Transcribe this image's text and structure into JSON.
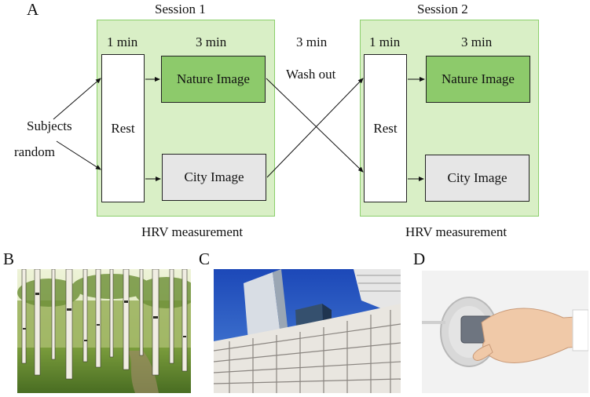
{
  "panels": {
    "a": "A",
    "b": "B",
    "c": "C",
    "d": "D"
  },
  "diagram": {
    "subjects": "Subjects",
    "random": "random",
    "wash_duration": "3 min",
    "wash_label": "Wash out",
    "session1": {
      "title": "Session 1",
      "rest_duration": "1 min",
      "image_duration": "3 min",
      "rest_label": "Rest",
      "nature_label": "Nature Image",
      "city_label": "City Image",
      "measure_label": "HRV measurement"
    },
    "session2": {
      "title": "Session 2",
      "rest_duration": "1 min",
      "image_duration": "3 min",
      "rest_label": "Rest",
      "nature_label": "Nature Image",
      "city_label": "City Image",
      "measure_label": "HRV measurement"
    }
  },
  "colors": {
    "session_bg": "#d9efc6",
    "nature_box": "#8dca6b",
    "city_box": "#e6e6e6"
  },
  "photos": {
    "b": "birch-forest-photo",
    "c": "city-buildings-photo",
    "d": "hand-pulse-sensor-photo"
  }
}
